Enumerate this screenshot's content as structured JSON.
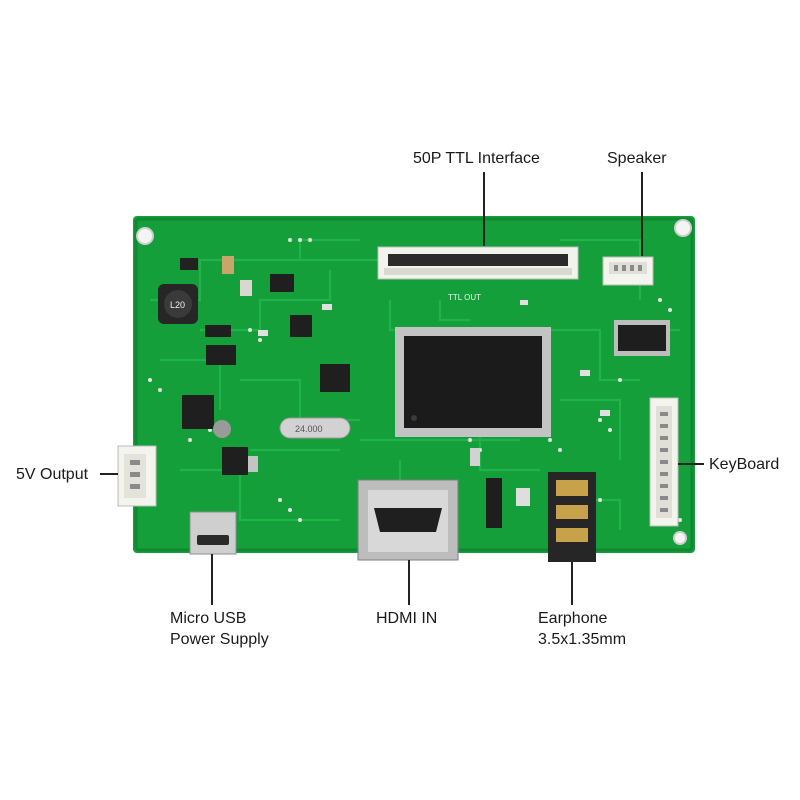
{
  "title": "",
  "colors": {
    "pcb": "#149f3a",
    "pcb_dark": "#0c7a2a",
    "trace": "#20b84a",
    "silkscreen": "#e8f5ea",
    "chip": "#1b1b1b",
    "metal": "#c9c9c9",
    "connector": "#f2f2ee",
    "leader": "#222222"
  },
  "board": {
    "silk_ttl_out": "TTL OUT",
    "silk_l20": "L20",
    "silk_crystal": "24.000"
  },
  "callouts": [
    {
      "id": "ttl",
      "lines": [
        "50P TTL Interface"
      ]
    },
    {
      "id": "speaker",
      "lines": [
        "Speaker"
      ]
    },
    {
      "id": "keyboard",
      "lines": [
        "KeyBoard"
      ]
    },
    {
      "id": "5v",
      "lines": [
        "5V Output"
      ]
    },
    {
      "id": "usb",
      "lines": [
        "Micro USB",
        "Power Supply"
      ]
    },
    {
      "id": "hdmi",
      "lines": [
        "HDMI IN"
      ]
    },
    {
      "id": "earphone",
      "lines": [
        "Earphone",
        "3.5x1.35mm"
      ]
    }
  ]
}
